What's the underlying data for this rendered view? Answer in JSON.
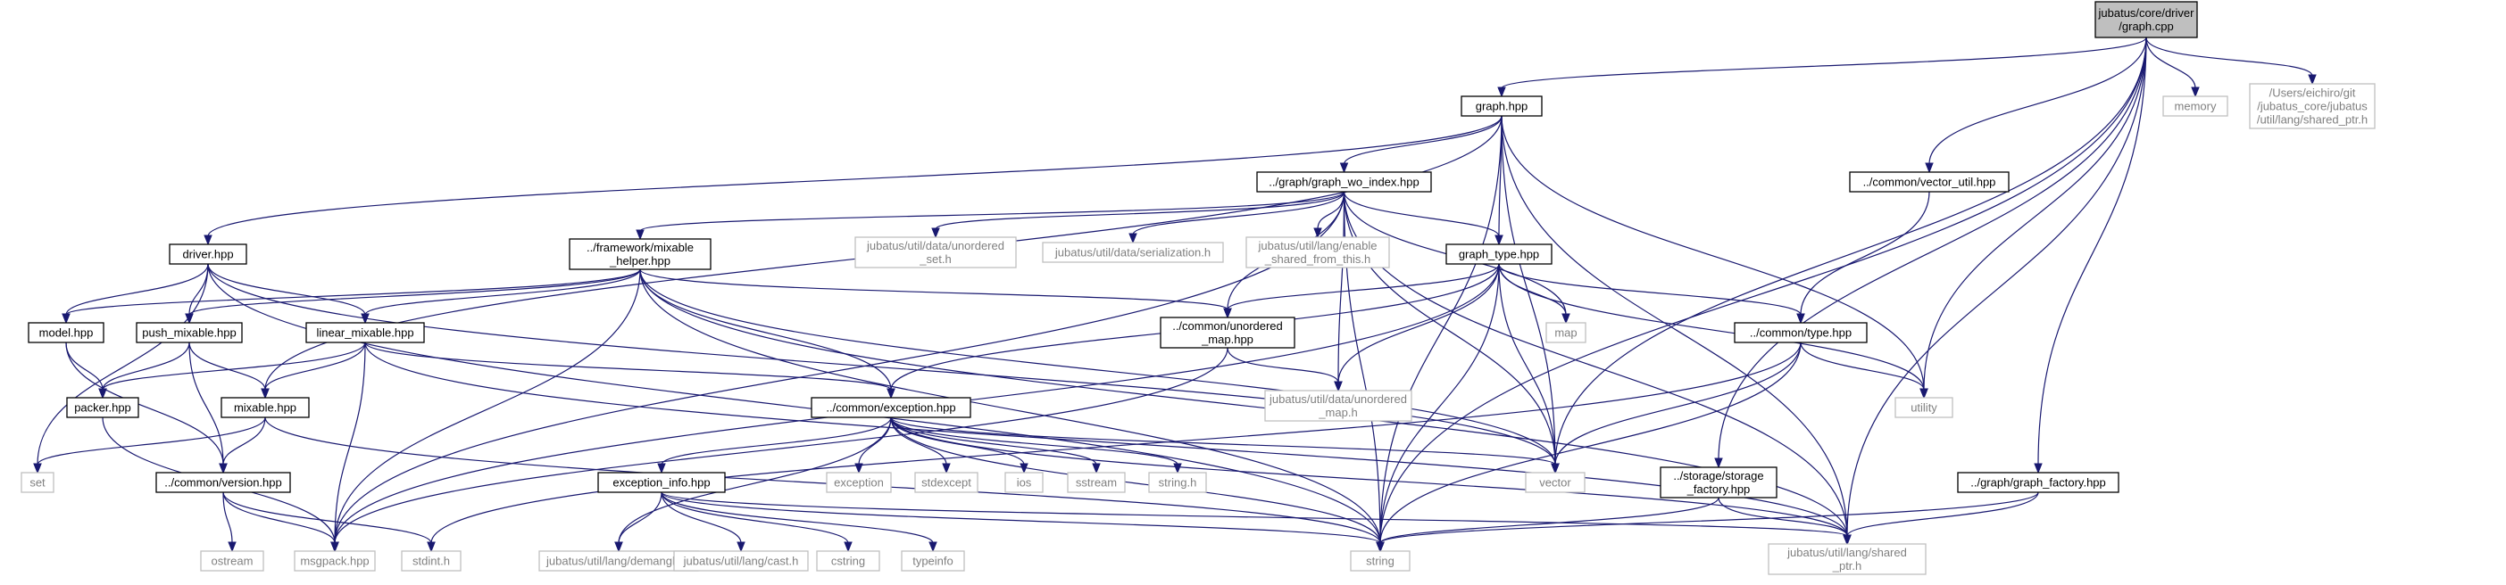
{
  "colors": {
    "edge": "#191970",
    "root_fill": "#bfbfbf",
    "local_border": "#000000",
    "external_border": "#bfbfbf",
    "external_text": "#808080"
  },
  "nodes": [
    {
      "id": "root",
      "kind": "root",
      "lines": [
        "jubatus/core/driver",
        "/graph.cpp"
      ]
    },
    {
      "id": "graph_hpp",
      "kind": "local",
      "lines": [
        "graph.hpp"
      ]
    },
    {
      "id": "memory",
      "kind": "external",
      "lines": [
        "memory"
      ]
    },
    {
      "id": "shared_ptr_users",
      "kind": "external",
      "lines": [
        "/Users/eichiro/git",
        "/jubatus_core/jubatus",
        "/util/lang/shared_ptr.h"
      ]
    },
    {
      "id": "vector_util",
      "kind": "local",
      "lines": [
        "../common/vector_util.hpp"
      ]
    },
    {
      "id": "graph_wo_index",
      "kind": "local",
      "lines": [
        "../graph/graph_wo_index.hpp"
      ]
    },
    {
      "id": "driver_hpp",
      "kind": "local",
      "lines": [
        "driver.hpp"
      ]
    },
    {
      "id": "mixable_helper",
      "kind": "local",
      "lines": [
        "../framework/mixable",
        "_helper.hpp"
      ]
    },
    {
      "id": "unordered_set",
      "kind": "external",
      "lines": [
        "jubatus/util/data/unordered",
        "_set.h"
      ]
    },
    {
      "id": "serialization",
      "kind": "external",
      "lines": [
        "jubatus/util/data/serialization.h"
      ]
    },
    {
      "id": "enable_shared",
      "kind": "external",
      "lines": [
        "jubatus/util/lang/enable",
        "_shared_from_this.h"
      ]
    },
    {
      "id": "graph_type",
      "kind": "local",
      "lines": [
        "graph_type.hpp"
      ]
    },
    {
      "id": "model_hpp",
      "kind": "local",
      "lines": [
        "model.hpp"
      ]
    },
    {
      "id": "push_mixable",
      "kind": "local",
      "lines": [
        "push_mixable.hpp"
      ]
    },
    {
      "id": "linear_mixable",
      "kind": "local",
      "lines": [
        "linear_mixable.hpp"
      ]
    },
    {
      "id": "common_unordered_map",
      "kind": "local",
      "lines": [
        "../common/unordered",
        "_map.hpp"
      ]
    },
    {
      "id": "map",
      "kind": "external",
      "lines": [
        "map"
      ]
    },
    {
      "id": "common_type",
      "kind": "local",
      "lines": [
        "../common/type.hpp"
      ]
    },
    {
      "id": "utility",
      "kind": "external",
      "lines": [
        "utility"
      ]
    },
    {
      "id": "packer",
      "kind": "local",
      "lines": [
        "packer.hpp"
      ]
    },
    {
      "id": "mixable",
      "kind": "local",
      "lines": [
        "mixable.hpp"
      ]
    },
    {
      "id": "common_exception",
      "kind": "local",
      "lines": [
        "../common/exception.hpp"
      ]
    },
    {
      "id": "util_unordered_map",
      "kind": "external",
      "lines": [
        "jubatus/util/data/unordered",
        "_map.h"
      ]
    },
    {
      "id": "set",
      "kind": "external",
      "lines": [
        "set"
      ]
    },
    {
      "id": "common_version",
      "kind": "local",
      "lines": [
        "../common/version.hpp"
      ]
    },
    {
      "id": "exception",
      "kind": "external",
      "lines": [
        "exception"
      ]
    },
    {
      "id": "stdexcept",
      "kind": "external",
      "lines": [
        "stdexcept"
      ]
    },
    {
      "id": "ios",
      "kind": "external",
      "lines": [
        "ios"
      ]
    },
    {
      "id": "sstream",
      "kind": "external",
      "lines": [
        "sstream"
      ]
    },
    {
      "id": "string_h",
      "kind": "external",
      "lines": [
        "string.h"
      ]
    },
    {
      "id": "vector",
      "kind": "external",
      "lines": [
        "vector"
      ]
    },
    {
      "id": "storage_factory",
      "kind": "local",
      "lines": [
        "../storage/storage",
        "_factory.hpp"
      ]
    },
    {
      "id": "graph_factory",
      "kind": "local",
      "lines": [
        "../graph/graph_factory.hpp"
      ]
    },
    {
      "id": "exception_info",
      "kind": "local",
      "lines": [
        "exception_info.hpp"
      ]
    },
    {
      "id": "ostream",
      "kind": "external",
      "lines": [
        "ostream"
      ]
    },
    {
      "id": "msgpack",
      "kind": "external",
      "lines": [
        "msgpack.hpp"
      ]
    },
    {
      "id": "stdint",
      "kind": "external",
      "lines": [
        "stdint.h"
      ]
    },
    {
      "id": "demangle",
      "kind": "external",
      "lines": [
        "jubatus/util/lang/demangle.h"
      ]
    },
    {
      "id": "cast",
      "kind": "external",
      "lines": [
        "jubatus/util/lang/cast.h"
      ]
    },
    {
      "id": "cstring",
      "kind": "external",
      "lines": [
        "cstring"
      ]
    },
    {
      "id": "typeinfo",
      "kind": "external",
      "lines": [
        "typeinfo"
      ]
    },
    {
      "id": "string",
      "kind": "external",
      "lines": [
        "string"
      ]
    },
    {
      "id": "util_shared_ptr",
      "kind": "external",
      "lines": [
        "jubatus/util/lang/shared",
        "_ptr.h"
      ]
    }
  ],
  "edges": [
    [
      "root",
      "graph_hpp"
    ],
    [
      "root",
      "memory"
    ],
    [
      "root",
      "shared_ptr_users"
    ],
    [
      "root",
      "vector_util"
    ],
    [
      "root",
      "utility"
    ],
    [
      "root",
      "vector"
    ],
    [
      "root",
      "string"
    ],
    [
      "root",
      "storage_factory"
    ],
    [
      "root",
      "graph_factory"
    ],
    [
      "root",
      "util_shared_ptr"
    ],
    [
      "graph_hpp",
      "driver_hpp"
    ],
    [
      "graph_hpp",
      "graph_wo_index"
    ],
    [
      "graph_hpp",
      "graph_type"
    ],
    [
      "graph_hpp",
      "mixable"
    ],
    [
      "graph_hpp",
      "utility"
    ],
    [
      "graph_hpp",
      "vector"
    ],
    [
      "graph_hpp",
      "string"
    ],
    [
      "graph_hpp",
      "util_shared_ptr"
    ],
    [
      "vector_util",
      "common_type"
    ],
    [
      "graph_wo_index",
      "mixable_helper"
    ],
    [
      "graph_wo_index",
      "unordered_set"
    ],
    [
      "graph_wo_index",
      "serialization"
    ],
    [
      "graph_wo_index",
      "enable_shared"
    ],
    [
      "graph_wo_index",
      "graph_type"
    ],
    [
      "graph_wo_index",
      "map"
    ],
    [
      "graph_wo_index",
      "vector"
    ],
    [
      "graph_wo_index",
      "string"
    ],
    [
      "graph_wo_index",
      "util_unordered_map"
    ],
    [
      "graph_wo_index",
      "msgpack"
    ],
    [
      "graph_wo_index",
      "common_unordered_map"
    ],
    [
      "graph_wo_index",
      "util_shared_ptr"
    ],
    [
      "driver_hpp",
      "model_hpp"
    ],
    [
      "driver_hpp",
      "push_mixable"
    ],
    [
      "driver_hpp",
      "linear_mixable"
    ],
    [
      "driver_hpp",
      "set"
    ],
    [
      "driver_hpp",
      "string"
    ],
    [
      "driver_hpp",
      "vector"
    ],
    [
      "mixable_helper",
      "model_hpp"
    ],
    [
      "mixable_helper",
      "push_mixable"
    ],
    [
      "mixable_helper",
      "linear_mixable"
    ],
    [
      "mixable_helper",
      "common_exception"
    ],
    [
      "mixable_helper",
      "common_unordered_map"
    ],
    [
      "mixable_helper",
      "msgpack"
    ],
    [
      "mixable_helper",
      "string"
    ],
    [
      "mixable_helper",
      "vector"
    ],
    [
      "mixable_helper",
      "util_shared_ptr"
    ],
    [
      "graph_type",
      "common_unordered_map"
    ],
    [
      "graph_type",
      "map"
    ],
    [
      "graph_type",
      "common_type"
    ],
    [
      "graph_type",
      "utility"
    ],
    [
      "graph_type",
      "vector"
    ],
    [
      "graph_type",
      "string"
    ],
    [
      "graph_type",
      "util_unordered_map"
    ],
    [
      "graph_type",
      "common_exception"
    ],
    [
      "graph_type",
      "msgpack"
    ],
    [
      "model_hpp",
      "packer"
    ],
    [
      "model_hpp",
      "common_version"
    ],
    [
      "push_mixable",
      "packer"
    ],
    [
      "push_mixable",
      "mixable"
    ],
    [
      "push_mixable",
      "common_version"
    ],
    [
      "linear_mixable",
      "packer"
    ],
    [
      "linear_mixable",
      "mixable"
    ],
    [
      "linear_mixable",
      "common_exception"
    ],
    [
      "linear_mixable",
      "msgpack"
    ],
    [
      "linear_mixable",
      "util_shared_ptr"
    ],
    [
      "common_unordered_map",
      "util_unordered_map"
    ],
    [
      "common_unordered_map",
      "msgpack"
    ],
    [
      "common_type",
      "utility"
    ],
    [
      "common_type",
      "vector"
    ],
    [
      "common_type",
      "string"
    ],
    [
      "common_type",
      "stdint"
    ],
    [
      "packer",
      "msgpack"
    ],
    [
      "mixable",
      "common_version"
    ],
    [
      "mixable",
      "set"
    ],
    [
      "mixable",
      "string"
    ],
    [
      "common_exception",
      "exception_info"
    ],
    [
      "common_exception",
      "exception"
    ],
    [
      "common_exception",
      "stdexcept"
    ],
    [
      "common_exception",
      "ios"
    ],
    [
      "common_exception",
      "sstream"
    ],
    [
      "common_exception",
      "string_h"
    ],
    [
      "common_exception",
      "vector"
    ],
    [
      "common_exception",
      "string"
    ],
    [
      "common_exception",
      "demangle"
    ],
    [
      "common_exception",
      "util_shared_ptr"
    ],
    [
      "common_version",
      "ostream"
    ],
    [
      "common_version",
      "msgpack"
    ],
    [
      "common_version",
      "stdint"
    ],
    [
      "storage_factory",
      "string"
    ],
    [
      "storage_factory",
      "util_shared_ptr"
    ],
    [
      "graph_factory",
      "string"
    ],
    [
      "graph_factory",
      "util_shared_ptr"
    ],
    [
      "exception_info",
      "demangle"
    ],
    [
      "exception_info",
      "cast"
    ],
    [
      "exception_info",
      "cstring"
    ],
    [
      "exception_info",
      "typeinfo"
    ],
    [
      "exception_info",
      "string"
    ],
    [
      "exception_info",
      "util_shared_ptr"
    ]
  ]
}
